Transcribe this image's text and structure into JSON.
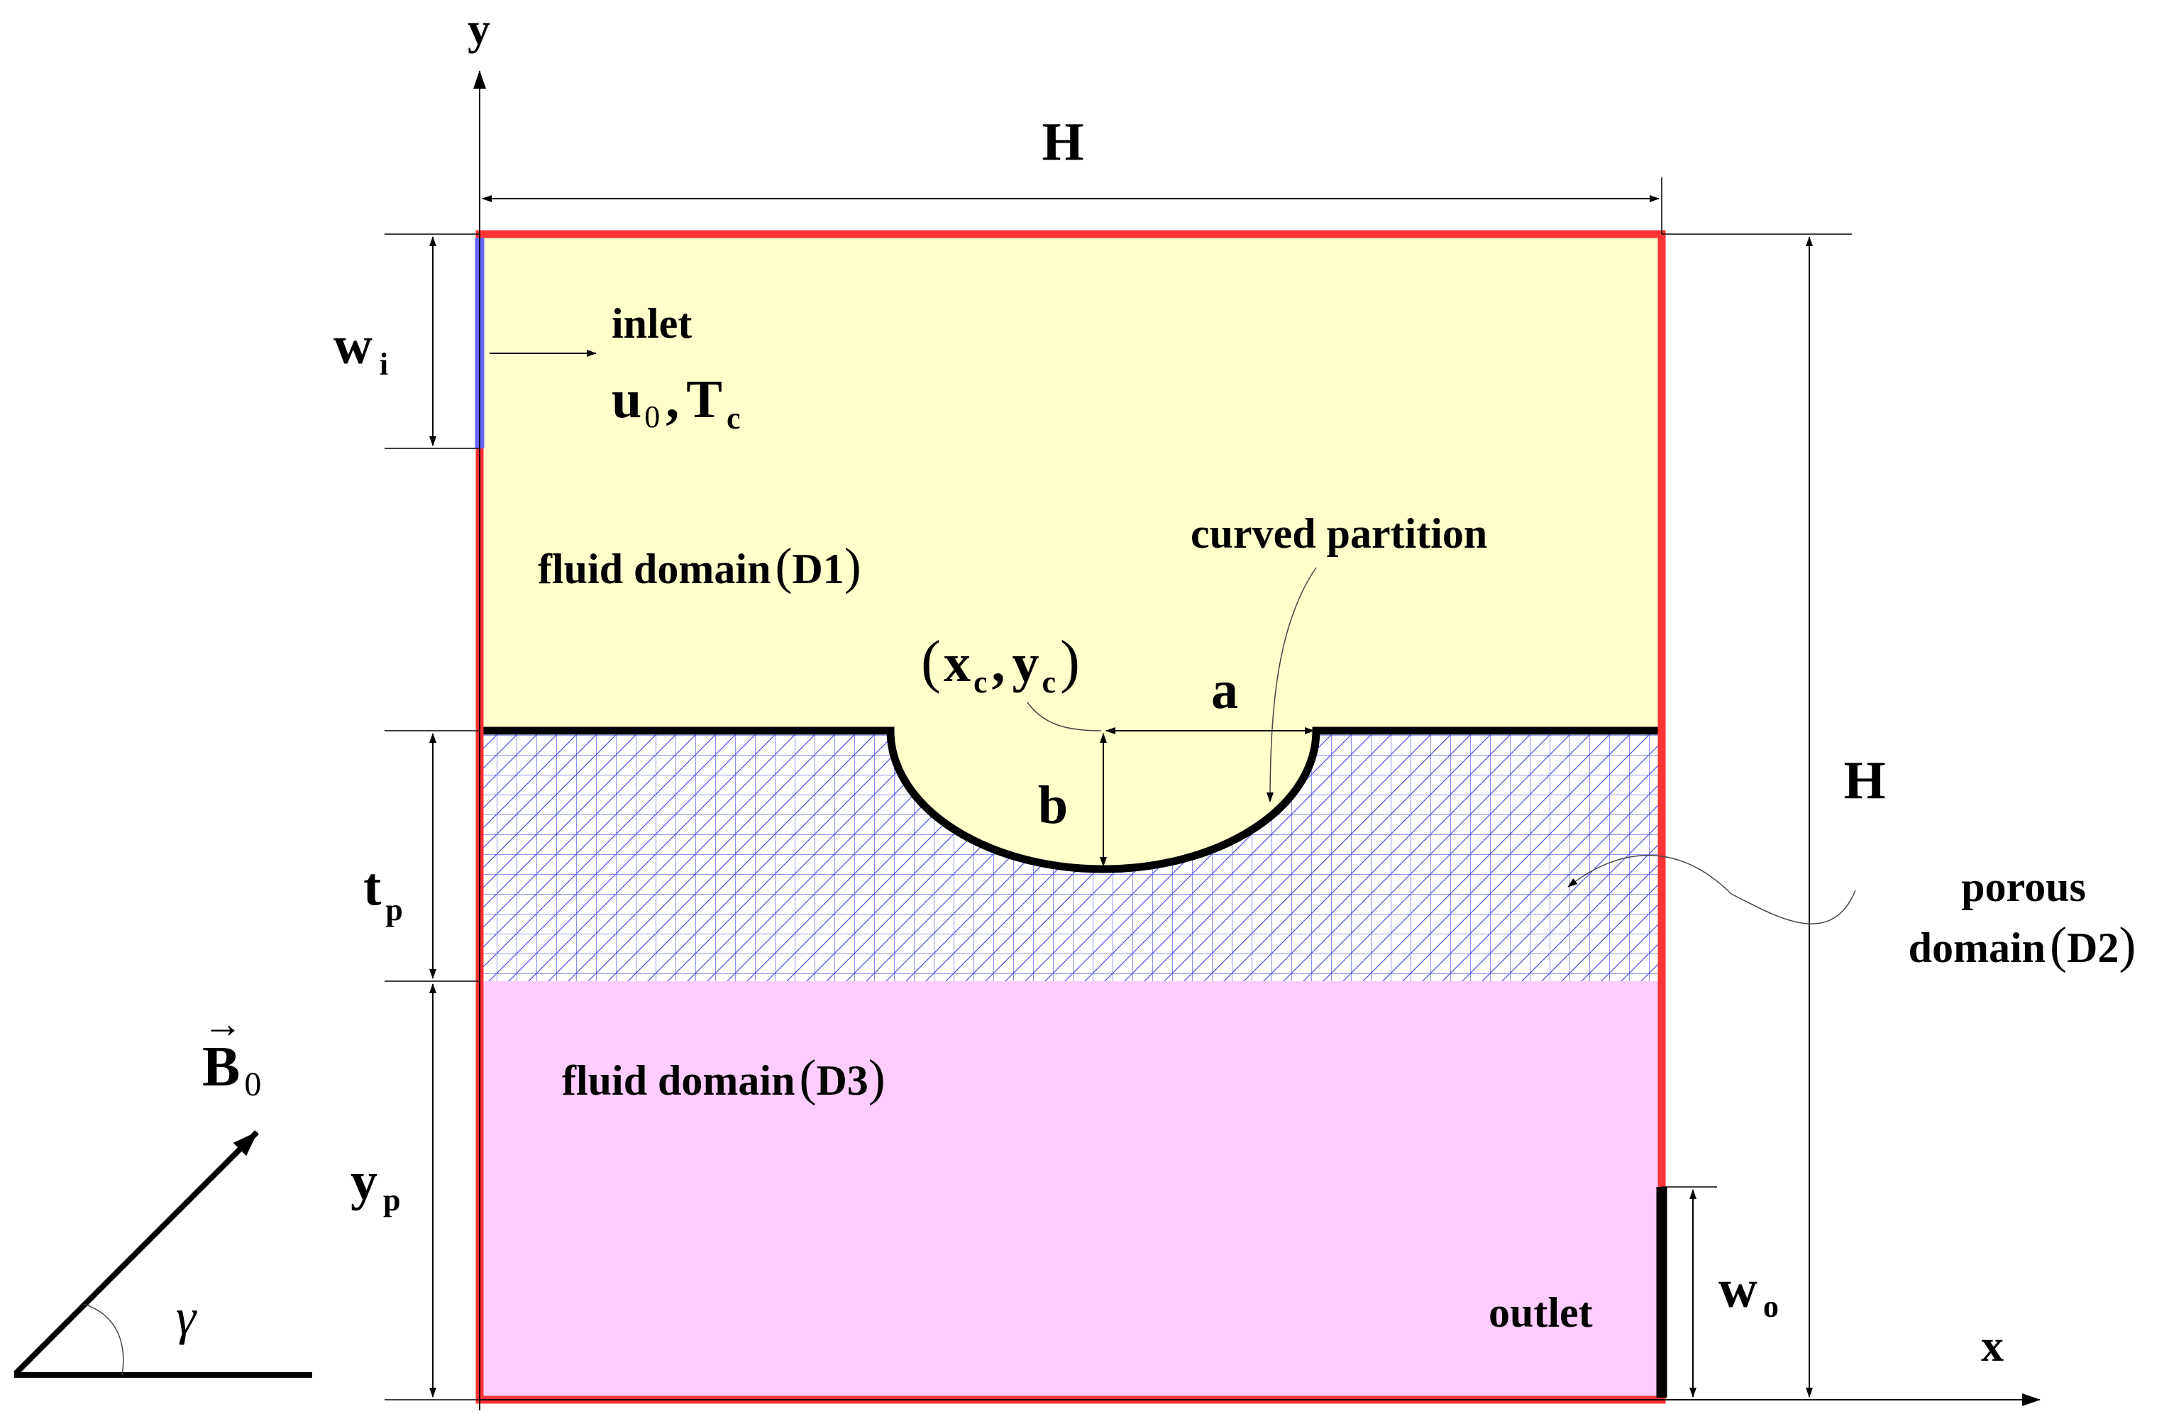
{
  "labels": {
    "y_axis": "y",
    "x_axis": "x",
    "width_top": "H",
    "height_right": "H",
    "inlet": "inlet",
    "inlet_u": "u",
    "inlet_u_sub": "0",
    "inlet_comma": ",",
    "inlet_T": "T",
    "inlet_T_sub": "c",
    "wi": "w",
    "wi_sub": "i",
    "fluid_d1": "fluid domain",
    "d1": "D1",
    "curved_partition": "curved partition",
    "xc": "x",
    "xc_sub": "c",
    "comma": ",",
    "yc": "y",
    "yc_sub": "c",
    "a": "a",
    "b": "b",
    "tp": "t",
    "tp_sub": "p",
    "porous": "porous",
    "porous_domain": "domain",
    "d2": "D2",
    "fluid_d3": "fluid domain",
    "d3": "D3",
    "yp": "y",
    "yp_sub": "p",
    "outlet": "outlet",
    "wo": "w",
    "wo_sub": "o",
    "b0": "B",
    "b0_sub": "0",
    "b0_arrow": "→",
    "gamma": "γ",
    "paren_open": "(",
    "paren_close": ")"
  },
  "colors": {
    "fluid_d1": "#FFFFCC",
    "fluid_d3": "#FFCCFF",
    "porous_fill": "#FFFFFF",
    "porous_mesh": "#4D55E6",
    "outer_wall": "#FF3333",
    "inlet_wall": "#6666FF",
    "outlet_wall": "#000000",
    "partition": "#000000"
  }
}
